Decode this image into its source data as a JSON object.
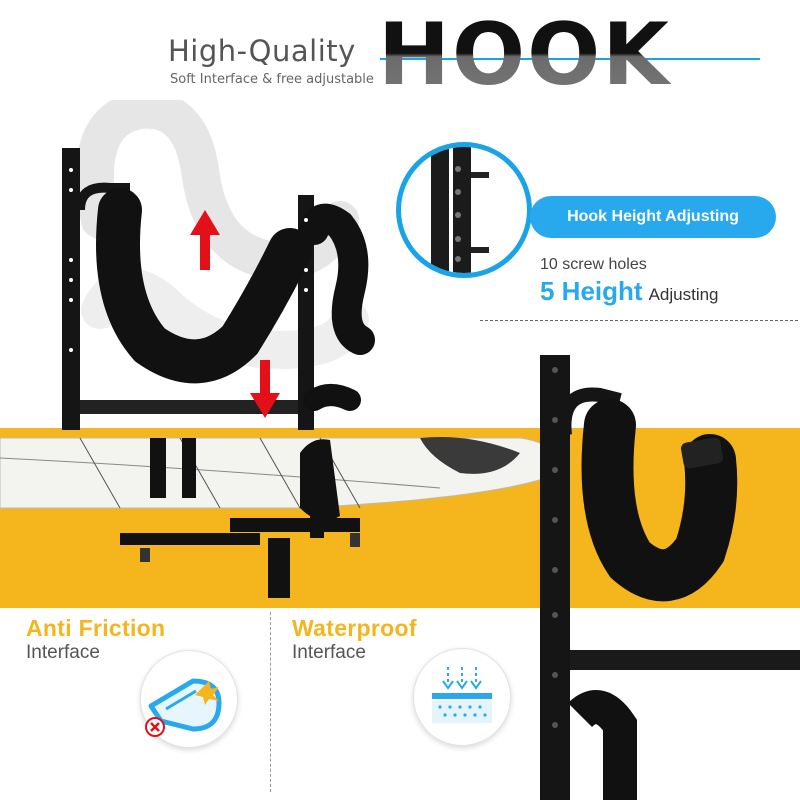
{
  "header": {
    "prefix": "High-Quality",
    "title": "HOOK",
    "tagline": "Soft Interface & free adjustable"
  },
  "callout": {
    "pill_label": "Hook Height Adjusting",
    "screw_holes": "10 screw holes",
    "height_big": "5 Height",
    "height_small": "Adjusting"
  },
  "features": [
    {
      "title": "Anti Friction",
      "subtitle": "Interface",
      "icon": "anti-friction-icon"
    },
    {
      "title": "Waterproof",
      "subtitle": "Interface",
      "icon": "waterproof-icon"
    }
  ],
  "colors": {
    "accent_blue": "#28a9ee",
    "accent_yellow": "#f4b51d",
    "arrow_red": "#e3101a"
  }
}
